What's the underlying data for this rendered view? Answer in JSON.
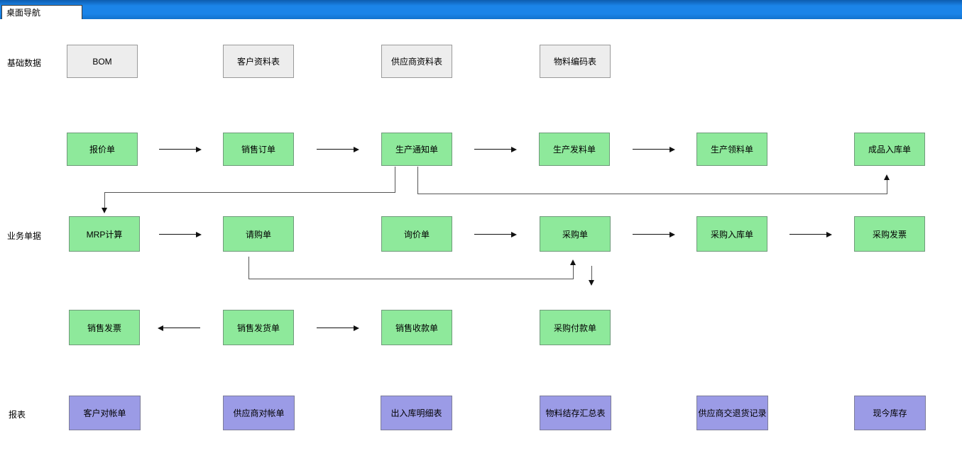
{
  "window": {
    "tab_label": "桌面导航"
  },
  "row_labels": {
    "basic_data": "基础数据",
    "business_docs": "业务单据",
    "reports": "报表"
  },
  "nodes": {
    "bom": "BOM",
    "customer_info": "客户资料表",
    "supplier_info": "供应商资料表",
    "material_code": "物料编码表",
    "quotation": "报价单",
    "sales_order": "销售订单",
    "production_notice": "生产通知单",
    "production_issue": "生产发料单",
    "production_requisition": "生产领料单",
    "finished_goods_receipt": "成品入库单",
    "mrp": "MRP计算",
    "purchase_requisition": "请购单",
    "inquiry": "询价单",
    "purchase_order": "采购单",
    "purchase_receipt": "采购入库单",
    "purchase_invoice": "采购发票",
    "sales_invoice": "销售发票",
    "sales_delivery": "销售发货单",
    "sales_receipt": "销售收款单",
    "purchase_payment": "采购付款单",
    "customer_statement": "客户对帐单",
    "supplier_statement": "供应商对帐单",
    "inout_detail": "出入库明细表",
    "material_balance_summary": "物料结存汇总表",
    "supplier_delivery_return": "供应商交退货记录",
    "current_inventory": "现今库存"
  },
  "colors": {
    "titlebar_blue": "#1b84e8",
    "basic_data_gray": "#ededed",
    "business_green": "#8ee99b",
    "report_purple": "#9b9be6"
  }
}
